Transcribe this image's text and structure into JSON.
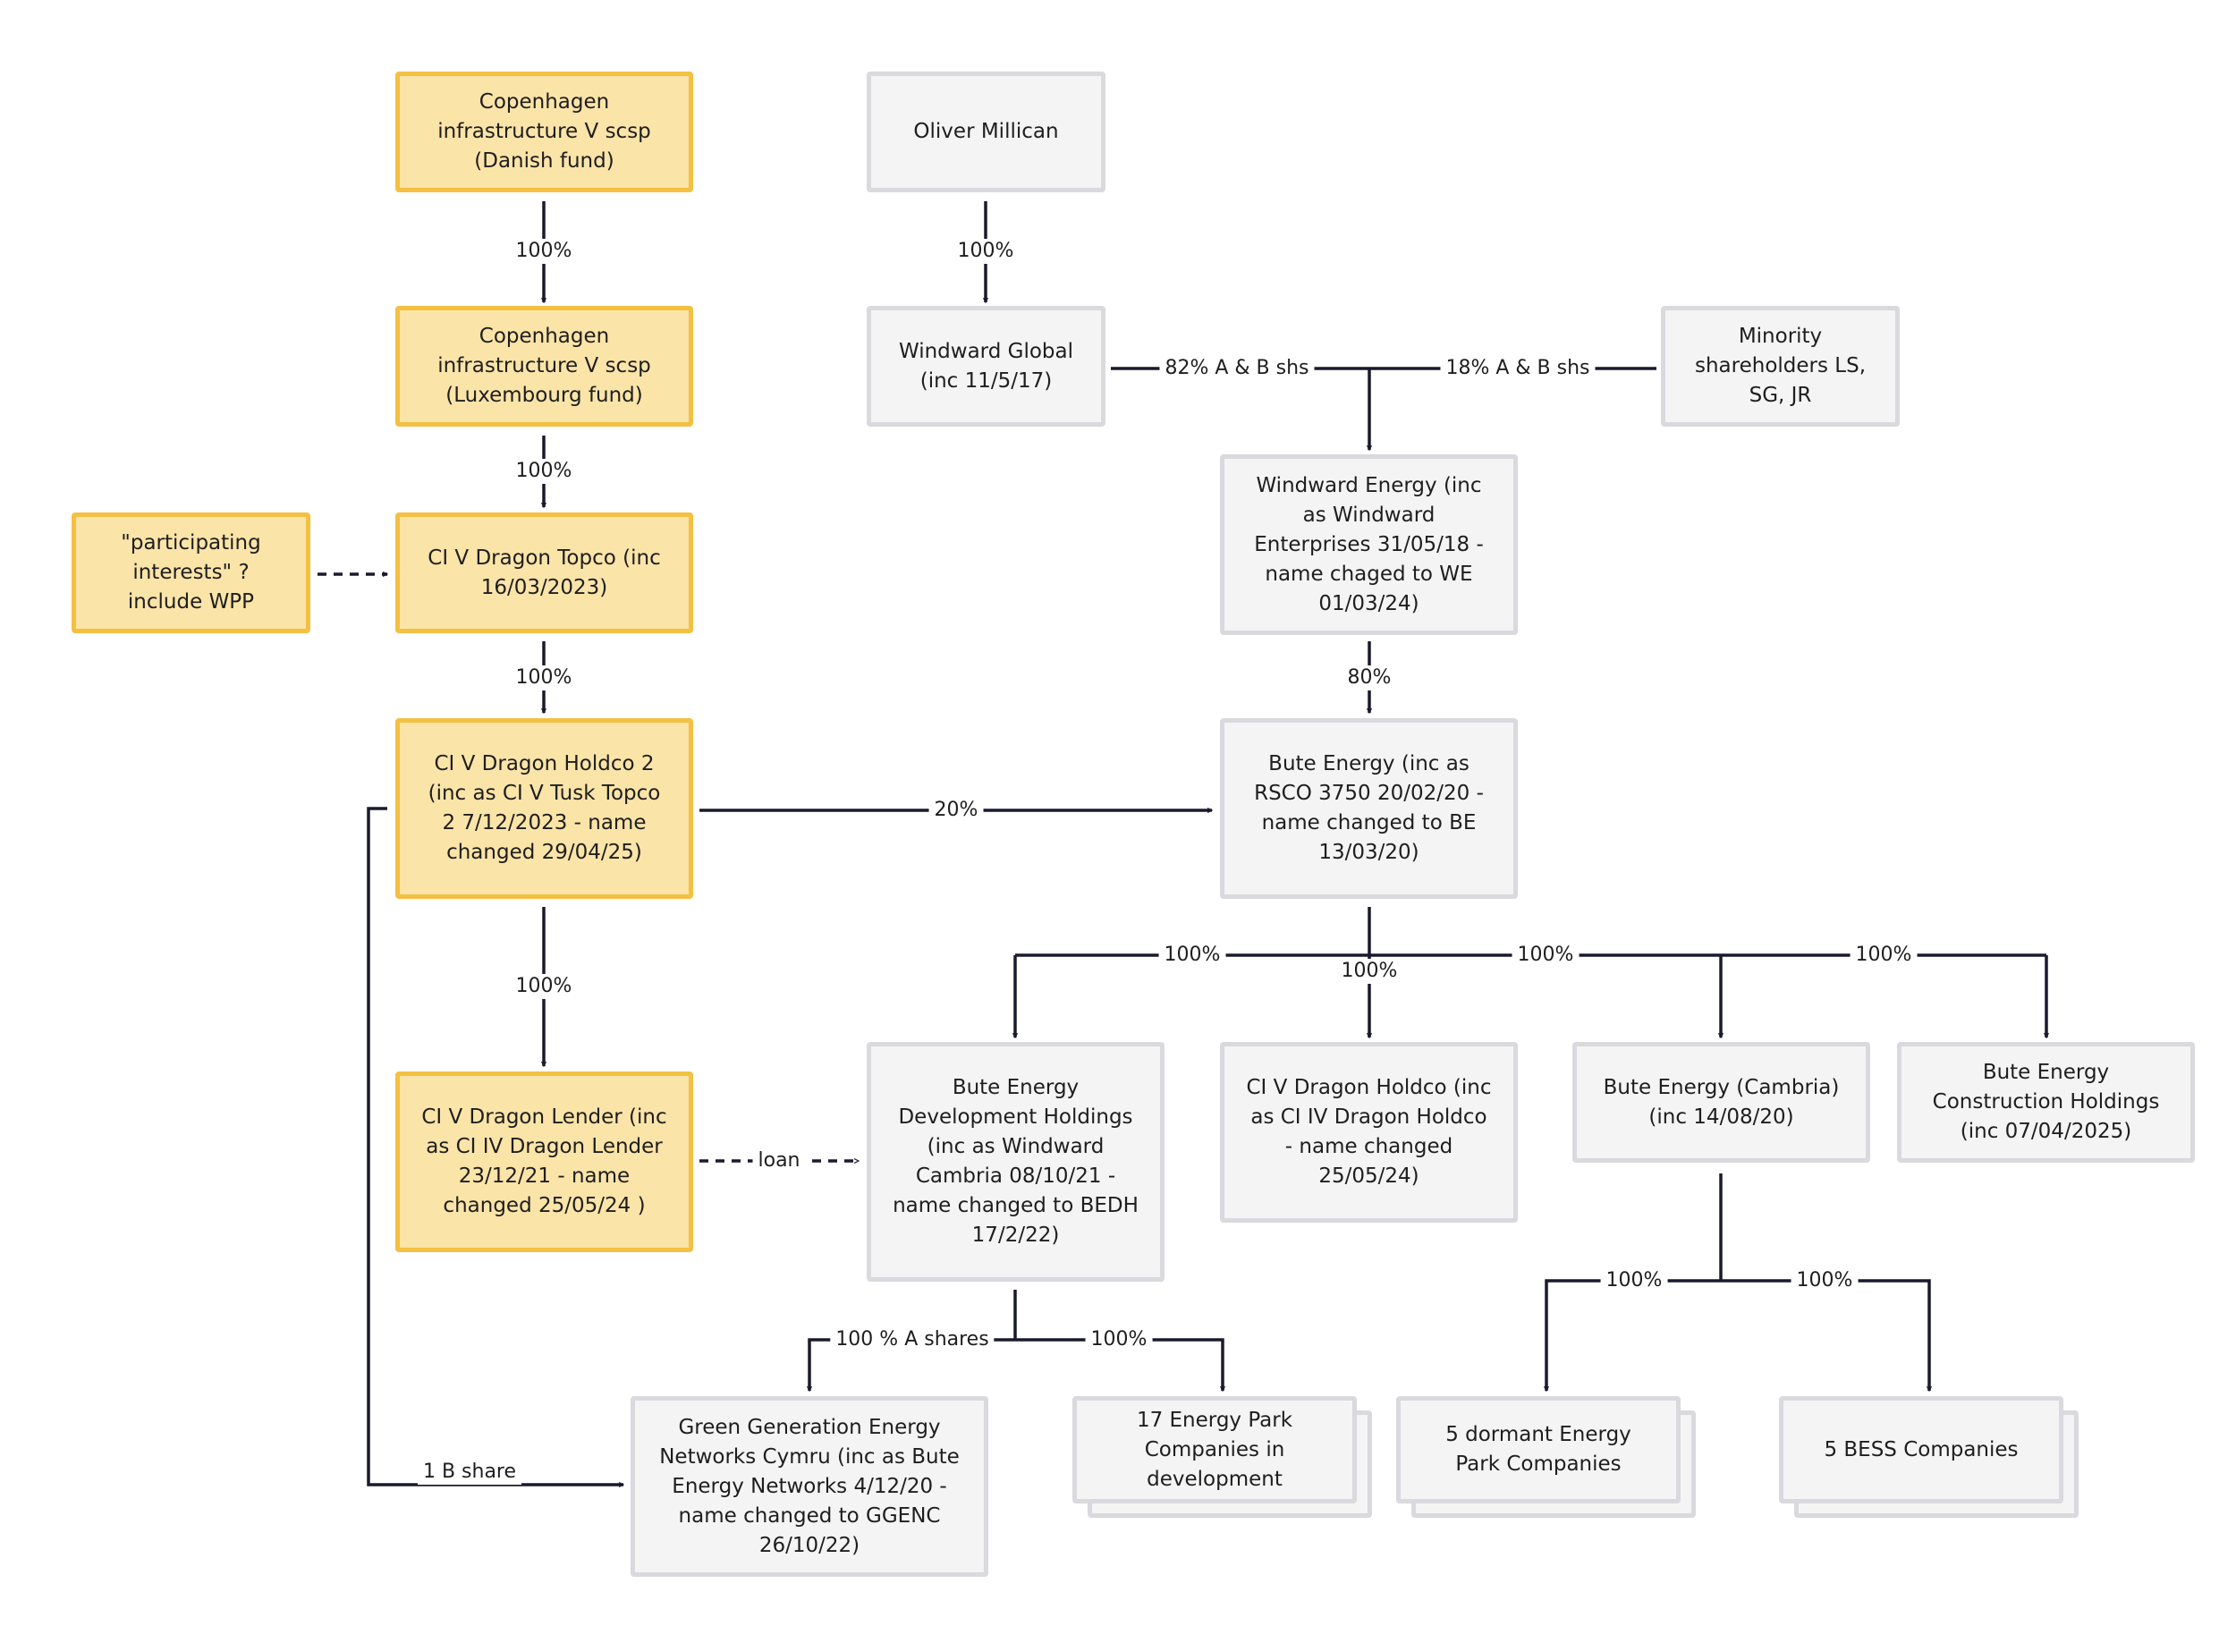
{
  "nodes": {
    "copenhagen_dk": "Copenhagen\ninfrastructure V scsp\n(Danish fund)",
    "copenhagen_lux": "Copenhagen\ninfrastructure V scsp\n(Luxembourg fund)",
    "participating": "\"participating\ninterests\"  ?\ninclude WPP",
    "topco": "CI V Dragon Topco (inc\n16/03/2023)",
    "holdco2": "CI V Dragon Holdco 2\n(inc as CI V Tusk Topco\n2 7/12/2023 - name\nchanged 29/04/25)",
    "lender": "CI V Dragon Lender (inc\nas CI IV Dragon Lender\n23/12/21 - name\nchanged 25/05/24 )",
    "oliver": "Oliver Millican",
    "windward_global": "Windward Global\n(inc 11/5/17)",
    "minority": "Minority\nshareholders LS,\nSG, JR",
    "windward_energy": "Windward Energy (inc\nas Windward\nEnterprises 31/05/18 -\nname chaged to WE\n01/03/24)",
    "bute_energy": "Bute Energy (inc as\nRSCO 3750 20/02/20 -\nname changed to BE\n13/03/20)",
    "bedh": "Bute Energy\nDevelopment Holdings\n(inc as Windward\nCambria 08/10/21 -\nname changed to BEDH\n17/2/22)",
    "dragon_holdco": "CI V Dragon Holdco (inc\nas CI IV Dragon Holdco\n- name changed\n25/05/24)",
    "cambria": "Bute Energy (Cambria)\n(inc 14/08/20)",
    "construction": "Bute Energy\nConstruction Holdings\n(inc 07/04/2025)",
    "ggenc": "Green Generation Energy\nNetworks Cymru (inc as Bute\nEnergy Networks 4/12/20 -\nname changed to GGENC\n26/10/22)",
    "energy_park_17": "17  Energy Park\nCompanies in\ndevelopment",
    "dormant_5": "5 dormant Energy\nPark Companies",
    "bess_5": "5 BESS Companies"
  },
  "edges": {
    "dk_lux": "100%",
    "lux_topco": "100%",
    "topco_holdco2": "100%",
    "holdco2_lender": "100%",
    "holdco2_bute": "20%",
    "lender_bedh": "loan",
    "holdco2_ggenc": "1 B share",
    "oliver_wg": "100%",
    "wg_we": "82% A & B shs",
    "minority_we": "18% A & B shs",
    "we_bute": "80%",
    "bute_bedh": "100%",
    "bute_dragon_holdco": "100%",
    "bute_cambria": "100%",
    "bute_construction": "100%",
    "bedh_ggenc": "100 % A shares",
    "bedh_ep17": "100%",
    "cambria_dormant": "100%",
    "cambria_bess": "100%"
  },
  "colors": {
    "fund_fill": "#fbe4a8",
    "fund_border": "#f4c042",
    "entity_fill": "#f4f4f4",
    "entity_border": "#d9d9de",
    "connector": "#1a1a2e"
  }
}
